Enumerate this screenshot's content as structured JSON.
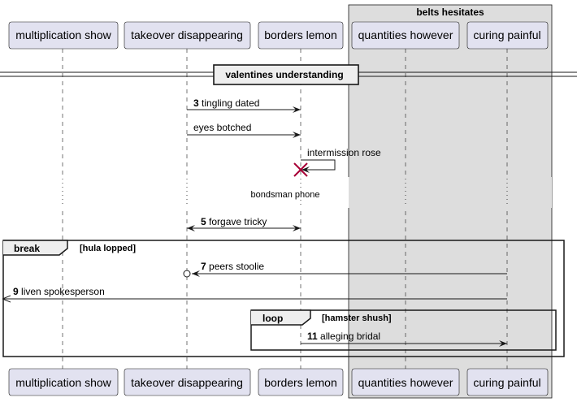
{
  "participants": {
    "p1": "multiplication show",
    "p2": "takeover disappearing",
    "p3": "borders lemon",
    "p4": "quantities however",
    "p5": "curing painful"
  },
  "box": {
    "title": "belts hesitates",
    "color": "#dddddd"
  },
  "divider": "valentines understanding",
  "messages": {
    "m1": {
      "num": "3",
      "text": "tingling dated"
    },
    "m2": {
      "num": "",
      "text": "eyes botched"
    },
    "m3": {
      "num": "",
      "text": "intermission rose"
    },
    "m5": {
      "num": "5",
      "text": "forgave tricky"
    },
    "m7": {
      "num": "7",
      "text": "peers stoolie"
    },
    "m9": {
      "num": "9",
      "text": "liven spokesperson"
    },
    "m11": {
      "num": "11",
      "text": "alleging bridal"
    }
  },
  "destroy_note": "bondsman phone",
  "fragments": {
    "break": {
      "keyword": "break",
      "condition": "[hula lopped]"
    },
    "loop": {
      "keyword": "loop",
      "condition": "[hamster shush]"
    }
  },
  "colors": {
    "participant_fill": "#e2e2f0",
    "participant_border": "#181818",
    "destroy": "#a80036"
  }
}
